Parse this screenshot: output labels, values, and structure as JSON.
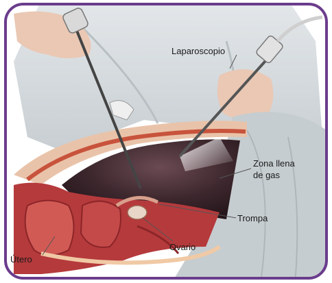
{
  "labels": {
    "laparoscopio": "Laparoscopio",
    "zona_line1": "Zona llena",
    "zona_line2": "de gas",
    "trompa": "Trompa",
    "ovario": "Ovario",
    "utero": "Útero"
  },
  "colors": {
    "frame_border": "#6a3c8c",
    "gown": "#d8dde0",
    "skin": "#f0d2c0",
    "cavity": "#3a2a2e",
    "tissue": "#b4373a",
    "drape": "#c9d0d2"
  }
}
